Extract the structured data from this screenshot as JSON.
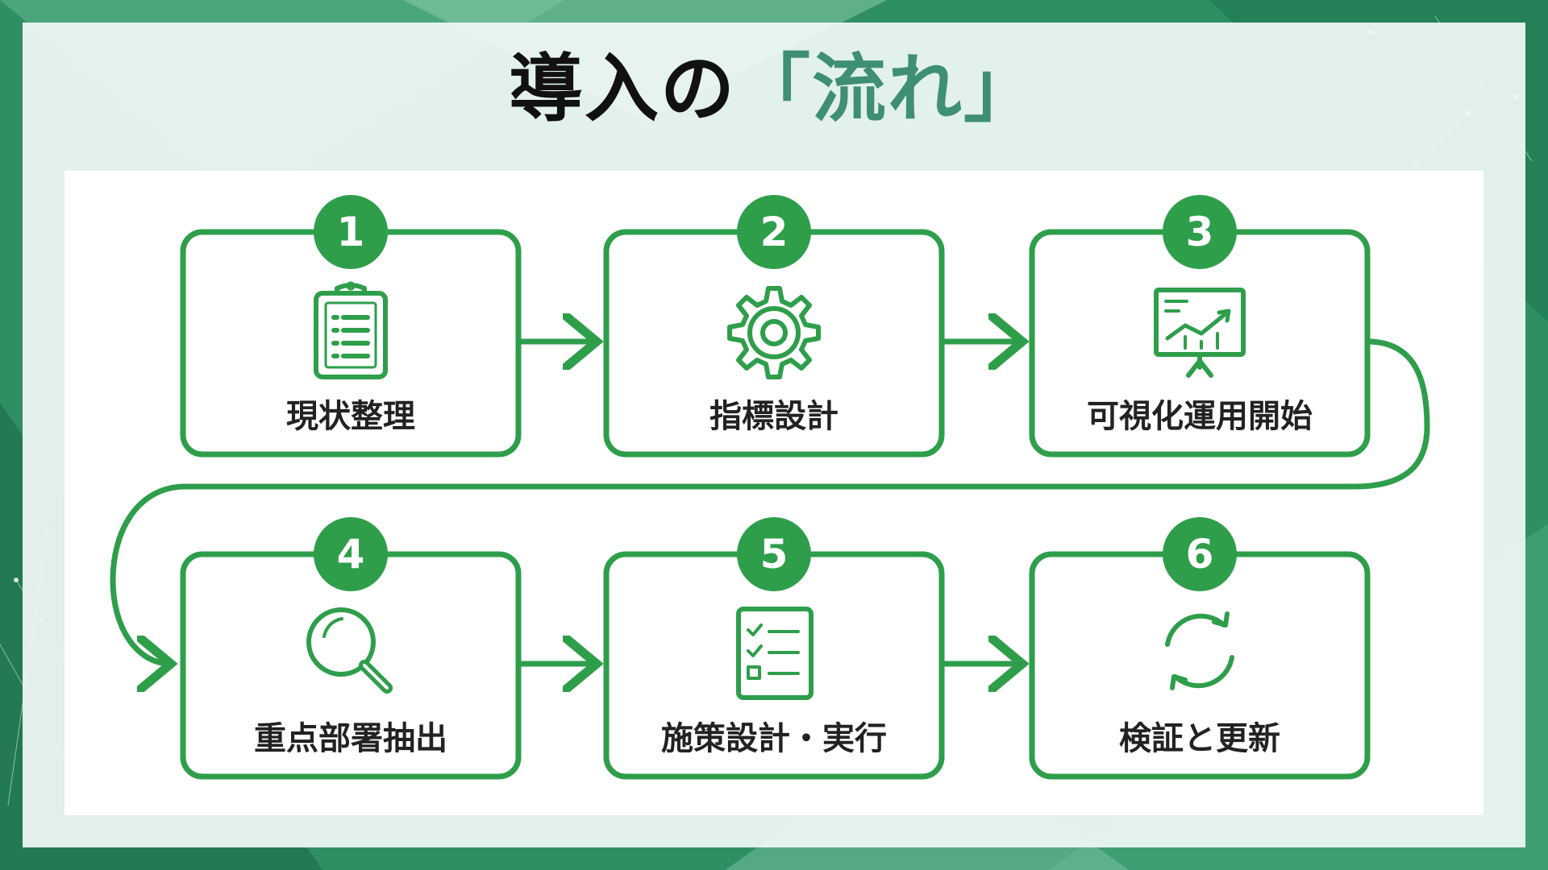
{
  "title": {
    "main": "導入の",
    "accent": "「流れ」"
  },
  "colors": {
    "accent_green": "#2e9e4b",
    "title_accent": "#3f8f74",
    "background_green": "#2f8f63"
  },
  "steps": [
    {
      "number": "1",
      "label": "現状整理",
      "icon": "clipboard-icon"
    },
    {
      "number": "2",
      "label": "指標設計",
      "icon": "gear-icon"
    },
    {
      "number": "3",
      "label": "可視化運用開始",
      "icon": "chart-presentation-icon"
    },
    {
      "number": "4",
      "label": "重点部署抽出",
      "icon": "magnifier-icon"
    },
    {
      "number": "5",
      "label": "施策設計・実行",
      "icon": "checklist-icon"
    },
    {
      "number": "6",
      "label": "検証と更新",
      "icon": "refresh-cycle-icon"
    }
  ]
}
